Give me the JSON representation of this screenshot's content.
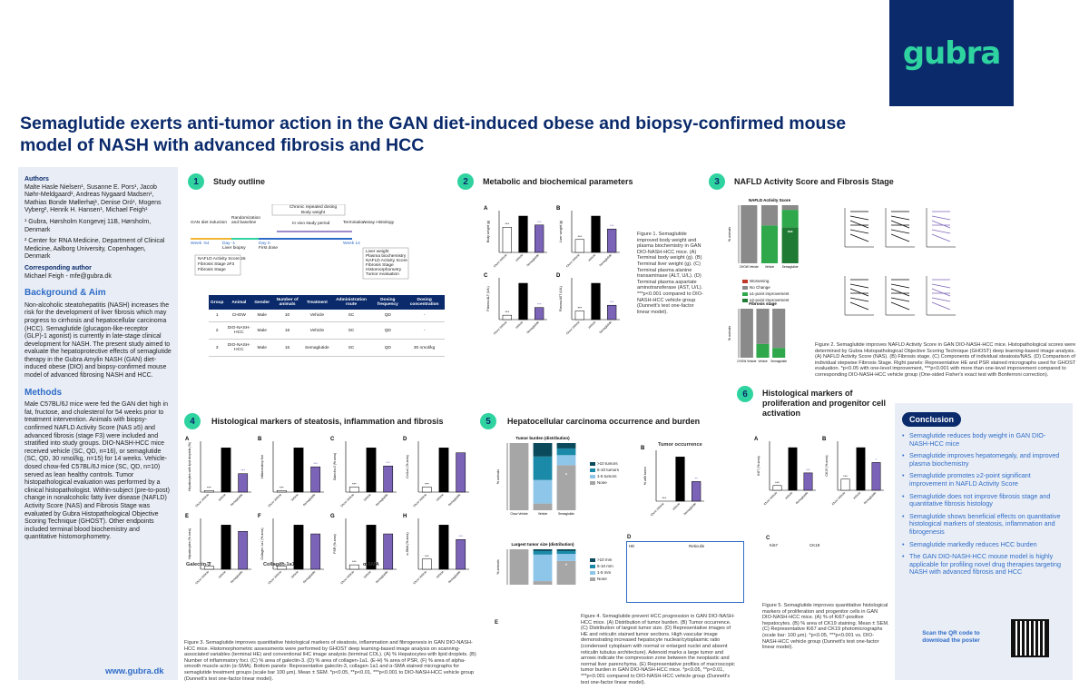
{
  "brand": {
    "logo_text": "gubra",
    "color": "#0a2a6b",
    "accent": "#2fd3a0"
  },
  "title": "Semaglutide exerts anti-tumor action in the GAN diet-induced obese and biopsy-confirmed mouse model of NASH with advanced fibrosis and HCC",
  "sidebar": {
    "authors_label": "Authors",
    "authors": "Malte Hasle Nielsen¹, Susanne E. Pors¹, Jacob Nøhr-Meldgaard¹, Andreas Nygaard Madsen¹, Mathias Bonde Møllerhøj¹, Denise Oró¹, Mogens Vyberg², Henrik H. Hansen¹, Michael Feigh¹",
    "affil1": "¹ Gubra, Hørsholm Kongevej 11B, Hørsholm, Denmark",
    "affil2": "² Center for RNA Medicine, Department of Clinical Medicine, Aalborg University, Copenhagen, Denmark",
    "corr_label": "Corresponding author",
    "corr": "Michael Feigh - mfe@gubra.dk",
    "background_title": "Background & Aim",
    "background": "Non-alcoholic steatohepatitis (NASH) increases the risk for the development of liver fibrosis which may progress to cirrhosis and hepatocellular carcinoma (HCC). Semaglutide (glucagon-like-receptor (GLP)-1 agonist) is currently in late-stage clinical development for NASH. The present study aimed to evaluate the hepatoprotective effects of semaglutide therapy in the Gubra Amylin NASH (GAN) diet-induced obese (DIO) and biopsy-confirmed mouse model of advanced fibrosing NASH and HCC.",
    "methods_title": "Methods",
    "methods": "Male C57BL/6J mice were fed the GAN diet high in fat, fructose, and cholesterol for 54 weeks prior to treatment intervention. Animals with biopsy-confirmed NAFLD Activity Score (NAS ≥5) and advanced fibrosis (stage F3) were included and stratified into study groups. DIO-NASH-HCC mice received vehicle (SC, QD, n=16), or semaglutide (SC, QD, 30 nmol/kg, n=15) for 14 weeks. Vehicle-dosed chow-fed C57BL/6J mice (SC, QD, n=10) served as lean healthy controls. Tumor histopathological evaluation was performed by a clinical histopathologist. Within-subject (pre-to-post) change in nonalcoholic fatty liver disease (NAFLD) Activity Score (NAS) and Fibrosis Stage was evaluated by Gubra Histopathological Objective Scoring Technique (GHOST). Other endpoints included terminal blood biochemistry and quantitative histomorphometry.",
    "url": "www.gubra.dk"
  },
  "sections": [
    {
      "n": "1",
      "title": "Study outline"
    },
    {
      "n": "2",
      "title": "Metabolic and biochemical parameters"
    },
    {
      "n": "3",
      "title": "NAFLD Activity Score and Fibrosis Stage"
    },
    {
      "n": "4",
      "title": "Histological markers of steatosis, inflammation and fibrosis"
    },
    {
      "n": "5",
      "title": "Hepatocellular carcinoma occurrence and burden"
    },
    {
      "n": "6",
      "title": "Histological markers of proliferation and progenitor cell activation"
    }
  ],
  "timeline": {
    "top_label": "Chronic repeated dosing",
    "top_sub": "Body weight",
    "mid_label": "In vivo study period",
    "diet": "GAN diet induction",
    "randomize": "Randomization and baseline",
    "terminate": "Termination",
    "assay": "Assay Histology",
    "wk_neg": "Week -54",
    "day_neg": "Day -1",
    "day0": "Day 0",
    "wk14": "Week 14",
    "biopsy": "Liver biopsy",
    "first_dose": "First dose",
    "pre_items": [
      "NAFLD Activity Score ≥5",
      "Fibrosis Stage ≥F3",
      "Fibrosis Stage"
    ],
    "post_items": [
      "Liver weight",
      "Plasma biochemistry",
      "NAFLD Activity Score",
      "Fibrosis Stage",
      "Histomorphometry",
      "Tumor evaluation"
    ]
  },
  "study_table": {
    "headers": [
      "Group",
      "Animal",
      "Gender",
      "Number of animals",
      "Treatment",
      "Administration route",
      "Dosing frequency",
      "Dosing concentration"
    ],
    "rows": [
      [
        "1",
        "CHOW",
        "Male",
        "10",
        "Vehicle",
        "SC",
        "QD",
        "-"
      ],
      [
        "2",
        "DIO-NASH-HCC",
        "Male",
        "16",
        "Vehicle",
        "SC",
        "QD",
        "-"
      ],
      [
        "3",
        "DIO-NASH-HCC",
        "Male",
        "15",
        "Semaglutide",
        "SC",
        "QD",
        "30 nmol/kg"
      ]
    ]
  },
  "fig1_caption": "Figure 1. Semaglutide improved body weight and plasma biochemistry in GAN DIO-NASH-HCC mice. (A) Terminal body weight (g). (B) Terminal liver weight (g). (C) Terminal plasma alanine transaminase (ALT, U/L). (D) Terminal plasma aspartate aminotransferase (AST, U/L). ***p<0.001 compared to DIO-NASH-HCC vehicle group (Dunnett's test one-factor linear model).",
  "fig2_caption": "Figure 2. Semaglutide improves NAFLD Activity Score in GAN DIO-NASH-HCC mice. Histopathological scores were determined by Gubra Histopathological Objective Scoring Technique (GHOST) deep learning-based image analysis. (A) NAFLD Activity Score (NAS). (B) Fibrosis stage. (C) Components of individual steatosis/NAS. (D) Comparison of individual stepwise Fibrosis Stage. Right panels: Representative HE and PSR stained micrographs used for GHOST evaluation. *p<0.05 with one-level improvement, ***p<0.001 with more than one-level improvement compared to corresponding DIO-NASH-HCC vehicle group (One-sided Fisher's exact test with Bonferroni correction).",
  "fig3_caption": "Figure 3. Semaglutide improves quantitative histological markers of steatosis, inflammation and fibrogenesis in GAN DIO-NASH-HCC mice. Histomorphometric assessments were performed by GHOST deep learning-based image analysis on scanning-associated variables (terminal HE) and conventional IHC image analysis (terminal COL). (A) % Hepatocytes with lipid droplets. (B) Number of inflammatory foci. (C) % area of galectin-3. (D) % area of collagen-1a1. (E-H) % area of PSR, (F) % area of alpha-smooth muscle actin (α-SMA). Bottom panels: Representative galectin-3, collagen 1a1 and α-SMA stained micrographs for semaglutide treatment groups (scale bar 100 µm). Mean ± SEM. *p<0.05, **p<0.01, ***p<0.001 to DIO-NASH-HCC vehicle group (Dunnett's test one-factor linear model).",
  "fig4_caption": "Figure 4. Semaglutide prevent HCC progression in GAN DIO-NASH-HCC mice. (A) Distribution of tumor burden. (B) Tumor occurrence. (C) Distribution of largest tumor size. (D) Representative images of HE and reticulin stained tumor sections. High vascular image demonstrating increased hepatocyte nuclear/cytoplasmic ratio (condensed cytoplasm with normal or enlarged nuclei and absent reticulin tubulus architecture). Adenoid marks a large tumor and arrows indicate the compression zone between the neoplastic and normal liver parenchyma. (E) Representative profiles of macroscopic tumor burden in GAN DIO-NASH-HCC mice. *p<0.05, **p<0.01, ***p<0.001 compared to DIO-NASH-HCC vehicle group (Dunnett's test one-factor linear model).",
  "fig5_caption": "Figure 5. Semaglutide improves quantitative histological markers of proliferation and progenitor cells in GAN DIO-NASH-HCC mice. (A) % of Ki67-positive hepatocytes. (B) % area of CK19 staining. Mean ± SEM. (C) Representative Ki67 and CK19 photomicrographs (scale bar: 100 µm). *p<0.05, ***p<0.001 vs. DIO-NASH-HCC vehicle group (Dunnett's test one-factor linear model).",
  "conclusion": {
    "title": "Conclusion",
    "items": [
      "Semaglutide reduces body weight in GAN DIO-NASH-HCC mice",
      "Semaglutide improves hepatomegaly, and improved plasma biochemistry",
      "Semaglutide promotes ≥2-point significant improvement in NAFLD Activity Score",
      "Semaglutide does not improve fibrosis stage and quantitative fibrosis histology",
      "Semaglutide shows beneficial effects on quantitative histological markers of steatosis, inflammation and fibrogenesis",
      "Semaglutide markedly reduces HCC burden",
      "The GAN DIO-NASH-HCC mouse model is highly applicable for profiling novel drug therapies targeting NASH with advanced fibrosis and HCC"
    ],
    "qr_text": "Scan the QR code to download the poster"
  },
  "groups": [
    "Chow Vehicle",
    "Vehicle",
    "Semaglutide"
  ],
  "group_colors": [
    "#ffffff",
    "#000000",
    "#7b63b8"
  ],
  "fig1_panels": [
    {
      "letter": "A",
      "ylabel": "Body weight (g)",
      "values": [
        34,
        49,
        37
      ],
      "sig": [
        "***",
        "",
        "***"
      ]
    },
    {
      "letter": "B",
      "ylabel": "Liver weight (g)",
      "values": [
        1.6,
        4.5,
        2.9
      ],
      "sig": [
        "***",
        "",
        "***"
      ]
    },
    {
      "letter": "C",
      "ylabel": "Plasma ALT (U/L)",
      "values": [
        40,
        330,
        110
      ],
      "sig": [
        "***",
        "",
        "***"
      ]
    },
    {
      "letter": "D",
      "ylabel": "Plasma AST (U/L)",
      "values": [
        90,
        380,
        150
      ],
      "sig": [
        "***",
        "",
        "***"
      ]
    }
  ],
  "fig3_panels": [
    {
      "letter": "A",
      "ylabel": "Hepatocytes with lipid droplets (%)",
      "values": [
        2,
        60,
        25
      ],
      "sig": [
        "***",
        "",
        "***"
      ]
    },
    {
      "letter": "B",
      "ylabel": "Inflammatory foci",
      "values": [
        1,
        28,
        16
      ],
      "sig": [
        "***",
        "",
        "***"
      ]
    },
    {
      "letter": "C",
      "ylabel": "Galectin-3 (% area)",
      "values": [
        0.5,
        4.4,
        2.6
      ],
      "sig": [
        "***",
        "",
        "***"
      ]
    },
    {
      "letter": "D",
      "ylabel": "Col1a1 (% area)",
      "values": [
        1,
        9,
        8
      ],
      "sig": [
        "***",
        "",
        ""
      ]
    },
    {
      "letter": "E",
      "ylabel": "Hepatocytes (% area)",
      "values": [
        1,
        14,
        12
      ],
      "sig": [
        "***",
        "",
        ""
      ]
    },
    {
      "letter": "F",
      "ylabel": "Collagen 1a1 (% area)",
      "values": [
        0.5,
        7,
        5.6
      ],
      "sig": [
        "***",
        "",
        ""
      ]
    },
    {
      "letter": "G",
      "ylabel": "PSR (% area)",
      "values": [
        0.5,
        5,
        4
      ],
      "sig": [
        "***",
        "",
        ""
      ]
    },
    {
      "letter": "H",
      "ylabel": "α-SMA (% area)",
      "values": [
        1.2,
        5.2,
        3.5
      ],
      "sig": [
        "***",
        "",
        "***"
      ]
    }
  ],
  "fig3_bottom_labels": [
    "Galectin-3",
    "Collagen-1a1",
    "α-SMA"
  ],
  "fig5_panels": [
    {
      "letter": "A",
      "ylabel": "Ki67 (% area)",
      "values": [
        0.3,
        2.7,
        1.1
      ],
      "sig": [
        "***",
        "",
        "***"
      ]
    },
    {
      "letter": "B",
      "ylabel": "CK19 (% area)",
      "values": [
        0.6,
        2.3,
        1.5
      ],
      "sig": [
        "***",
        "",
        "*"
      ]
    }
  ],
  "fig5_image_labels": [
    "Ki67",
    "CK19"
  ],
  "nas_chart": {
    "title": "NAFLD Activity Score",
    "ylabel": "% animals",
    "categories": [
      "CHOW Vehicle",
      "Vehicle",
      "Semaglutide"
    ],
    "legend": [
      "Worsening",
      "No Change",
      "≥1-point improvement",
      "≥2-point improvement"
    ],
    "colors": [
      "#c0392b",
      "#8a8a8a",
      "#2ea84a",
      "#1f7a33"
    ],
    "series": [
      [
        0,
        0,
        0
      ],
      [
        100,
        35,
        8
      ],
      [
        0,
        65,
        30
      ],
      [
        0,
        0,
        62
      ]
    ],
    "sig": "***"
  },
  "fib_chart": {
    "title": "Fibrosis stage",
    "ylabel": "% animals",
    "categories": [
      "CHOW Vehicle",
      "Vehicle",
      "Semaglutide"
    ],
    "series": [
      [
        0,
        0,
        0
      ],
      [
        100,
        72,
        80
      ],
      [
        0,
        28,
        20
      ]
    ],
    "colors": [
      "#c0392b",
      "#8a8a8a",
      "#2ea84a"
    ]
  },
  "tumor_burden": {
    "title": "Tumor burden (distribution)",
    "ylabel": "% animals",
    "categories": [
      "Chow Vehicle",
      "Vehicle",
      "Semaglutide"
    ],
    "legend": [
      ">10 tumors",
      "6-10 tumors",
      "1-5 tumors",
      "None"
    ],
    "colors": [
      "#0a4a5a",
      "#1a8aa8",
      "#8ec6ea",
      "#a6a6a6"
    ],
    "series": [
      [
        0,
        20,
        8
      ],
      [
        0,
        35,
        10
      ],
      [
        0,
        35,
        15
      ],
      [
        100,
        10,
        67
      ]
    ],
    "sig": "*"
  },
  "tumor_occurrence": {
    "title": "Tumor occurrence",
    "ylabel": "% with tumor",
    "values": [
      0,
      90,
      40
    ],
    "sig": [
      "***",
      "",
      "**"
    ]
  },
  "largest_tumor": {
    "title": "Largest tumor size (distribution)",
    "ylabel": "% animals",
    "legend": [
      ">10 mm",
      "6-10 mm",
      "1-5 mm",
      "None"
    ],
    "colors": [
      "#0a4a5a",
      "#1a8aa8",
      "#8ec6ea",
      "#a6a6a6"
    ],
    "series": [
      [
        0,
        5,
        5
      ],
      [
        0,
        10,
        8
      ],
      [
        0,
        75,
        20
      ],
      [
        100,
        10,
        67
      ]
    ],
    "sig": "*"
  },
  "fig4_image_labels": [
    "HE",
    "Reticulin"
  ]
}
